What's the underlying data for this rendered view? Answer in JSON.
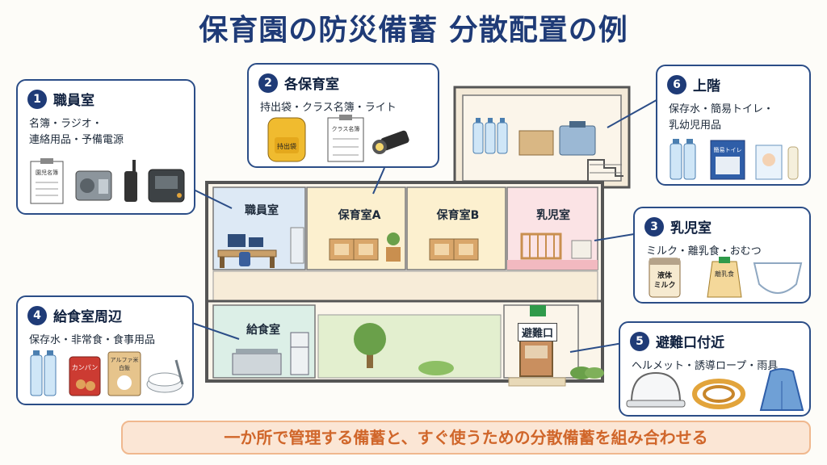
{
  "title": "保育園の防災備蓄 分散配置の例",
  "callouts": [
    {
      "number": "1",
      "title": "職員室",
      "items": "名簿・ラジオ・\n連絡用品・予備電源",
      "icon_labels": [
        "園児名簿"
      ]
    },
    {
      "number": "2",
      "title": "各保育室",
      "items": "持出袋・クラス名簿・ライト",
      "icon_labels": [
        "持出袋",
        "クラス名簿"
      ]
    },
    {
      "number": "6",
      "title": "上階",
      "items": "保存水・簡易トイレ・\n乳幼児用品",
      "icon_labels": [
        "簡易トイレ"
      ]
    },
    {
      "number": "3",
      "title": "乳児室",
      "items": "ミルク・離乳食・おむつ",
      "icon_labels": [
        "液体\nミルク",
        "離乳食"
      ]
    },
    {
      "number": "4",
      "title": "給食室周辺",
      "items": "保存水・非常食・食事用品",
      "icon_labels": [
        "カンパン",
        "アルファ米\n白飯"
      ]
    },
    {
      "number": "5",
      "title": "避難口付近",
      "items": "ヘルメット・誘導ロープ・雨具",
      "icon_labels": []
    }
  ],
  "rooms": {
    "staff": "職員室",
    "nursery_a": "保育室A",
    "nursery_b": "保育室B",
    "infant": "乳児室",
    "kitchen": "給食室",
    "exit": "避難口"
  },
  "footer": "一か所で管理する備蓄と、すぐ使うための分散備蓄を組み合わせる",
  "colors": {
    "accent": "#1f3b77",
    "staff_room": "#dde9f5",
    "nursery_room": "#fcf0cf",
    "infant_room": "#fbe3e5",
    "kitchen_room": "#dcefe7",
    "courtyard": "#e3efcf",
    "banner": "#fbe6d5",
    "banner_text": "#d0662a"
  }
}
